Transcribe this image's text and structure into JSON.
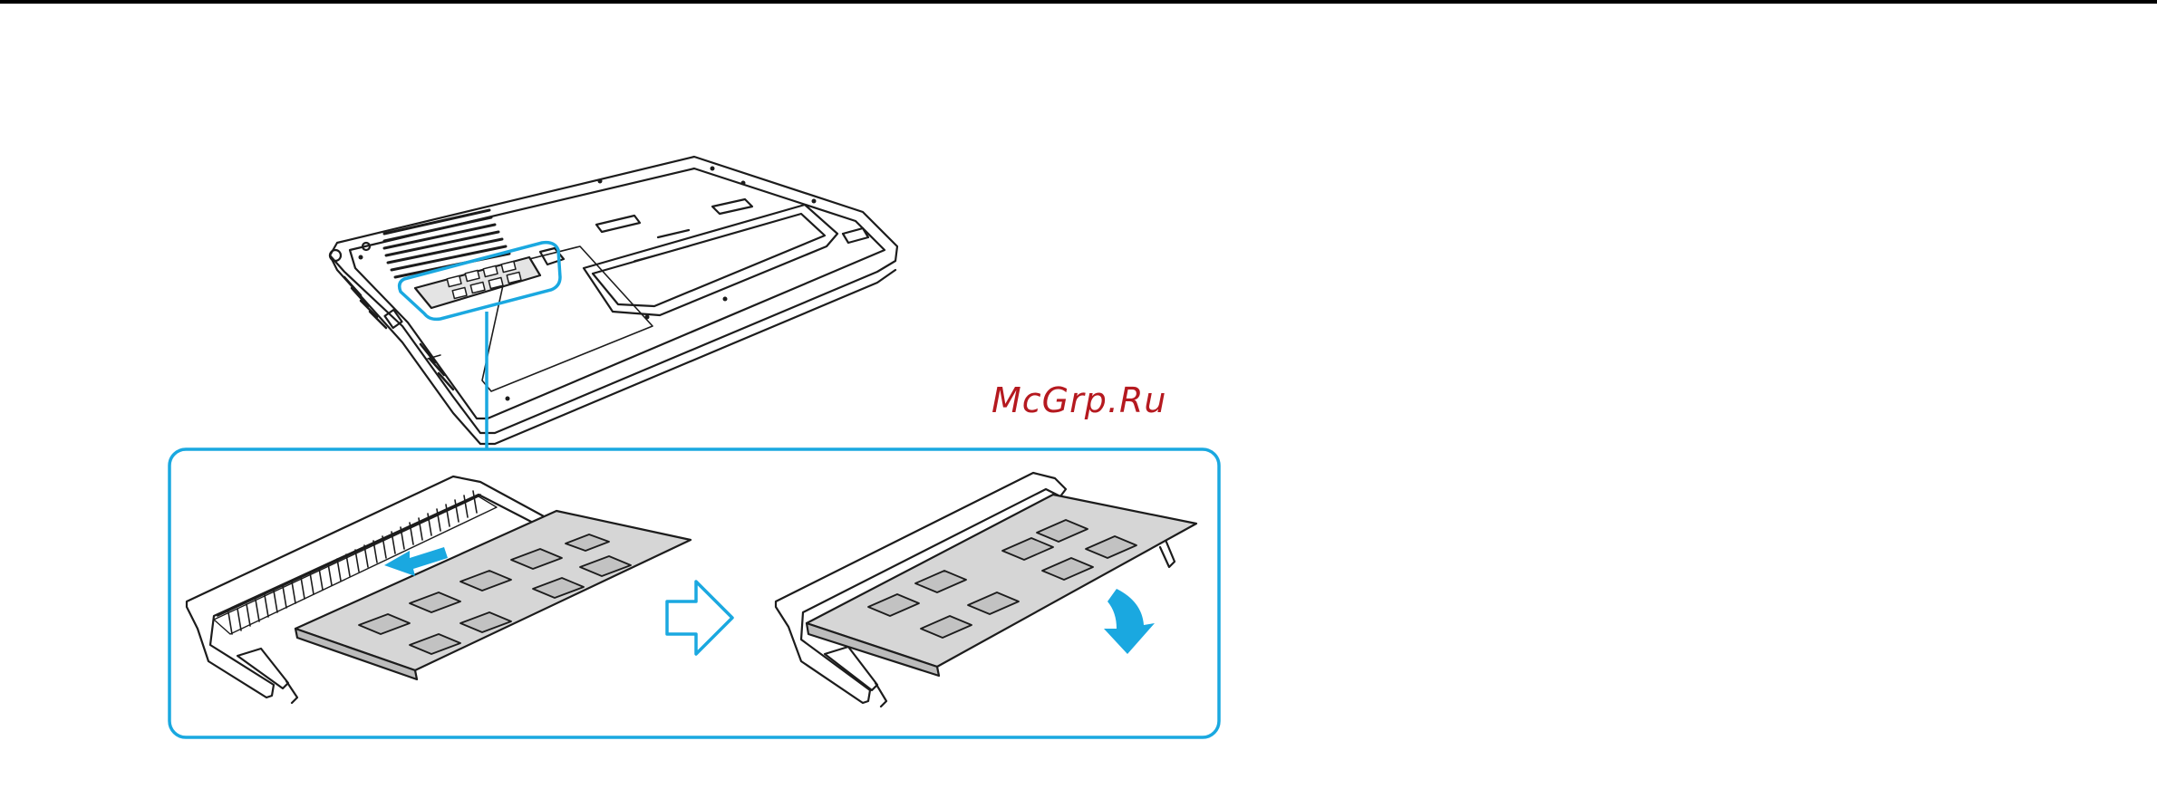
{
  "colors": {
    "accent": "#1aa8e0",
    "outline": "#1c1c1c",
    "board": "#d6d6d6",
    "chip": "#bfbfbf",
    "watermark": "#b5191f",
    "top_rule": "#000000"
  },
  "icons": {
    "step_arrow": "hollow-right-arrow",
    "insert_arrow": "solid-left-arrow",
    "press_arrow": "curved-down-arrow"
  },
  "watermark": {
    "text": "McGrp.Ru"
  }
}
